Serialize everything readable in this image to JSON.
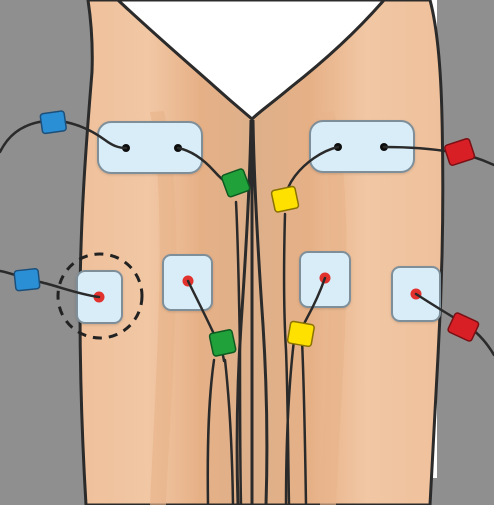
{
  "diagram": {
    "colors": {
      "background": "#ffffff",
      "gap": "#8f8f8f",
      "gap_dark": "#7b7b7b",
      "skin": "#f0c6a2",
      "skin_mid": "#e8b38b",
      "skin_shadow": "#dca57d",
      "outline": "#2b2b2b",
      "pad_fill": "#d8edf8",
      "pad_stroke": "#7f8f9a",
      "electrode_red": "#e2302f",
      "electrode_black": "#111111",
      "connector_blue": "#2b8fd6",
      "connector_green": "#20a13a",
      "connector_yellow": "#ffe100",
      "connector_red": "#d91f26",
      "wire": "#2a2a2a",
      "highlight_circle": "#222222"
    },
    "legs": [
      {
        "side": "left"
      },
      {
        "side": "right"
      }
    ],
    "large_pads": [
      {
        "name": "left-upper-pad",
        "electrode_count": 2,
        "electrode_color": "black"
      },
      {
        "name": "right-upper-pad",
        "electrode_count": 2,
        "electrode_color": "black"
      }
    ],
    "small_pads": [
      {
        "name": "left-outer-lower-pad",
        "electrode_color": "red",
        "highlighted": true
      },
      {
        "name": "left-inner-lower-pad",
        "electrode_color": "red",
        "highlighted": false
      },
      {
        "name": "right-inner-lower-pad",
        "electrode_color": "red",
        "highlighted": false
      },
      {
        "name": "right-outer-lower-pad",
        "electrode_color": "red",
        "highlighted": false
      }
    ],
    "connectors": [
      {
        "name": "blue-connector-upper",
        "color": "blue"
      },
      {
        "name": "blue-connector-lower",
        "color": "blue"
      },
      {
        "name": "green-connector-upper",
        "color": "green"
      },
      {
        "name": "green-connector-lower",
        "color": "green"
      },
      {
        "name": "yellow-connector-upper",
        "color": "yellow"
      },
      {
        "name": "yellow-connector-lower",
        "color": "yellow"
      },
      {
        "name": "red-connector-upper",
        "color": "red"
      },
      {
        "name": "red-connector-lower",
        "color": "red"
      }
    ]
  }
}
